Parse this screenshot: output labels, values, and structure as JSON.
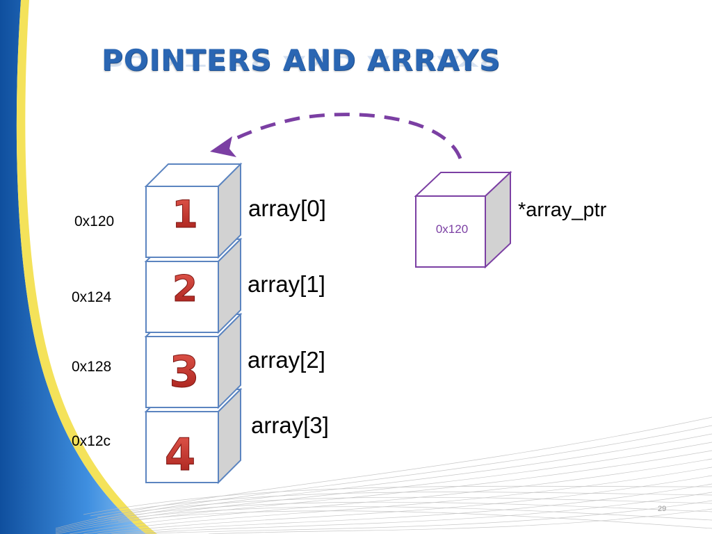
{
  "slide": {
    "title": "POINTERS AND ARRAYS",
    "page_number": "29"
  },
  "array": {
    "elements": [
      {
        "value": "1",
        "label": "array[0]",
        "address": "0x120"
      },
      {
        "value": "2",
        "label": "array[1]",
        "address": "0x124"
      },
      {
        "value": "3",
        "label": "array[2]",
        "address": "0x128"
      },
      {
        "value": "4",
        "label": "array[3]",
        "address": "0x12c"
      }
    ]
  },
  "pointer": {
    "label": "*array_ptr",
    "value": "0x120"
  },
  "colors": {
    "title": "#2a66b3",
    "digit": "#c8322c",
    "box_border": "#5b84c0",
    "pointer": "#7b3fa3",
    "side_gradient_blue": "#1f6fc4",
    "side_gradient_yellow": "#f4e25a"
  }
}
